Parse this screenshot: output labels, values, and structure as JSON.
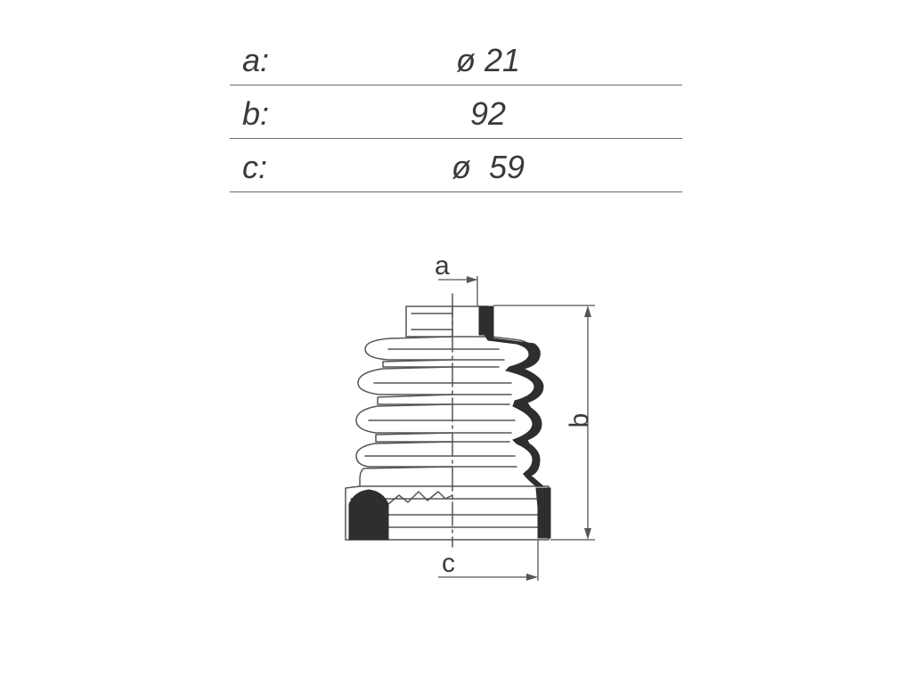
{
  "dimensions": [
    {
      "label": "a:",
      "value": "ø 21"
    },
    {
      "label": "b:",
      "value": "92"
    },
    {
      "label": "c:",
      "value": "ø  59"
    }
  ],
  "drawing": {
    "label_a": "a",
    "label_b": "b",
    "label_c": "c"
  },
  "colors": {
    "line": "#555555",
    "fill_dark": "#2e2e2e",
    "text": "#3a3a3a"
  }
}
